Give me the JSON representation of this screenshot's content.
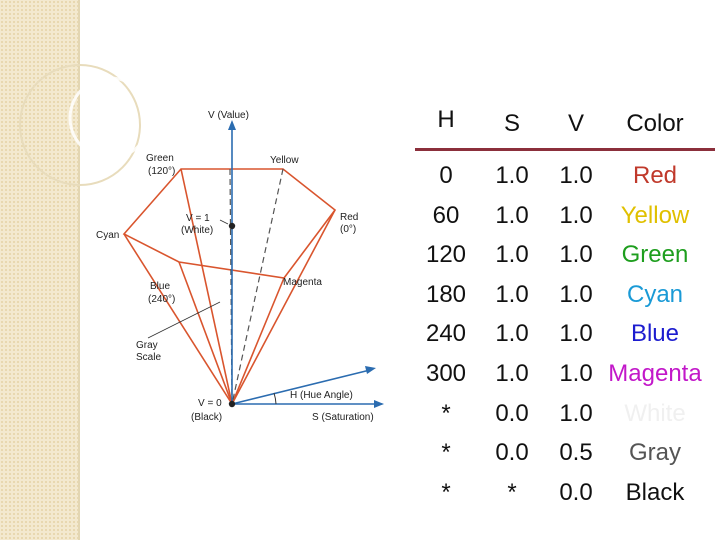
{
  "diagram": {
    "labels": {
      "value_axis": "V (Value)",
      "green": [
        "Green",
        "(120°)"
      ],
      "yellow": "Yellow",
      "cyan": "Cyan",
      "white": [
        "V = 1",
        "(White)"
      ],
      "red": [
        "Red",
        "(0°)"
      ],
      "magenta": "Magenta",
      "blue": [
        "Blue",
        "(240°)"
      ],
      "gray_scale": [
        "Gray",
        "Scale"
      ],
      "black": [
        "V = 0",
        "(Black)"
      ],
      "hue_angle": "H (Hue Angle)",
      "saturation": "S (Saturation)"
    },
    "colors": {
      "edges": "#d9552e",
      "axis": "#2b6cb0",
      "dash": "#555555"
    }
  },
  "table": {
    "headers": {
      "h": "H",
      "s": "S",
      "v": "V",
      "color": "Color"
    },
    "rows": [
      {
        "h": "0",
        "s": "1.0",
        "v": "1.0",
        "color": "Red",
        "swatch": "#c0392b"
      },
      {
        "h": "60",
        "s": "1.0",
        "v": "1.0",
        "color": "Yellow",
        "swatch": "#e0c000"
      },
      {
        "h": "120",
        "s": "1.0",
        "v": "1.0",
        "color": "Green",
        "swatch": "#1e9e1e"
      },
      {
        "h": "180",
        "s": "1.0",
        "v": "1.0",
        "color": "Cyan",
        "swatch": "#1a9ad6"
      },
      {
        "h": "240",
        "s": "1.0",
        "v": "1.0",
        "color": "Blue",
        "swatch": "#1c1ccf"
      },
      {
        "h": "300",
        "s": "1.0",
        "v": "1.0",
        "color": "Magenta",
        "swatch": "#c217c9"
      },
      {
        "h": "*",
        "s": "0.0",
        "v": "1.0",
        "color": "White",
        "swatch": "#f0f0f0"
      },
      {
        "h": "*",
        "s": "0.0",
        "v": "0.5",
        "color": "Gray",
        "swatch": "#555555"
      },
      {
        "h": "*",
        "s": "*",
        "v": "0.0",
        "color": "Black",
        "swatch": "#111111"
      }
    ]
  }
}
